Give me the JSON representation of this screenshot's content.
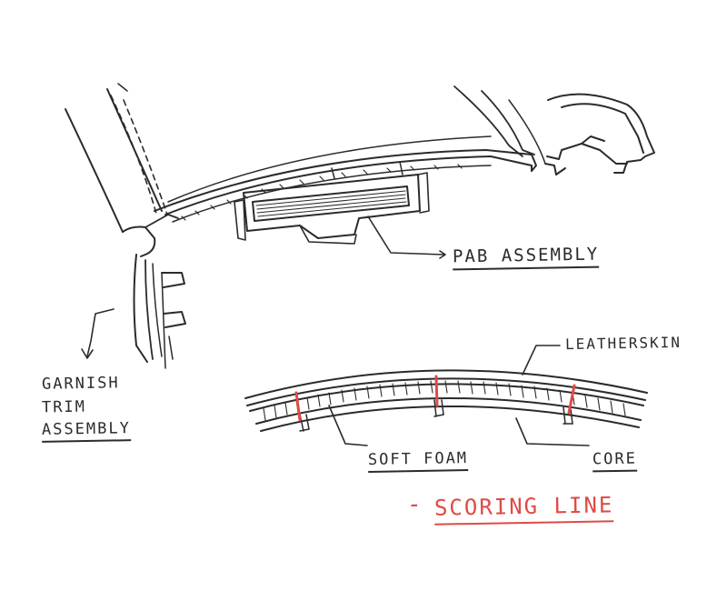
{
  "labels": {
    "pab_assembly": "PAB ASSEMBLY",
    "garnish_line1": "GARNISH",
    "garnish_line2": "TRIM",
    "garnish_line3": "ASSEMBLY",
    "leather_skin": "LEATHERSKIN",
    "soft_foam": "SOFT FOAM",
    "core": "CORE",
    "legend_dash": "-",
    "scoring_line": "SCORING LINE"
  },
  "colors": {
    "ink": "#2b2b2b",
    "scoring": "#e04a45"
  }
}
